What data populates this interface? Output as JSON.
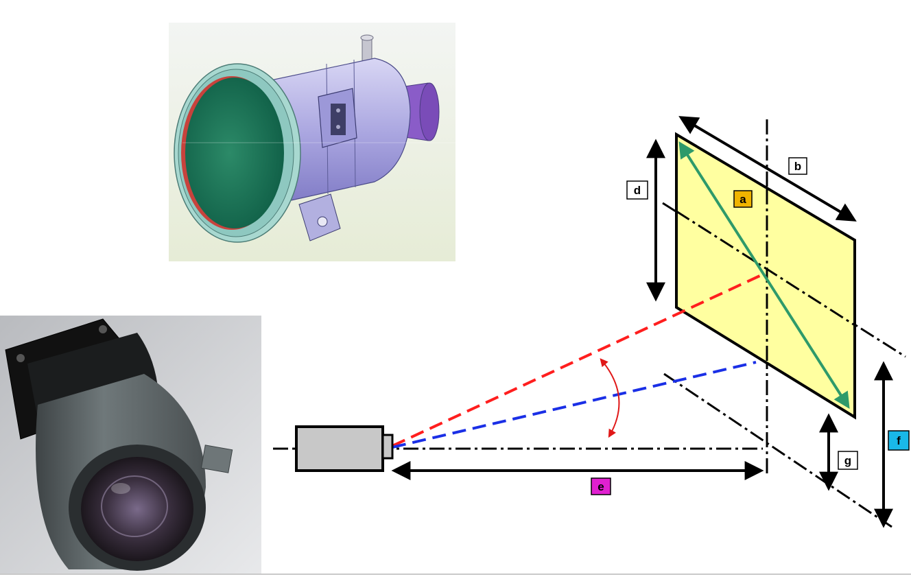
{
  "diagram": {
    "labels": {
      "a": "a",
      "b": "b",
      "d": "d",
      "e": "e",
      "f": "f",
      "g": "g"
    },
    "label_colors": {
      "a": "#f0b400",
      "b": "#ffffff",
      "d": "#ffffff",
      "e": "#e020d0",
      "f": "#19b8e8",
      "g": "#ffffff"
    },
    "colors": {
      "screen_fill": "#ffffa0",
      "diagonal_arrow": "#2e9a6a",
      "upper_ray": "#ff1e1e",
      "lower_ray": "#1a2fe6",
      "angle_arc": "#e01818",
      "projector_body": "#c8c8c8"
    }
  },
  "images": {
    "cad_render": "lens-cad-model",
    "photo": "lens-photograph"
  }
}
